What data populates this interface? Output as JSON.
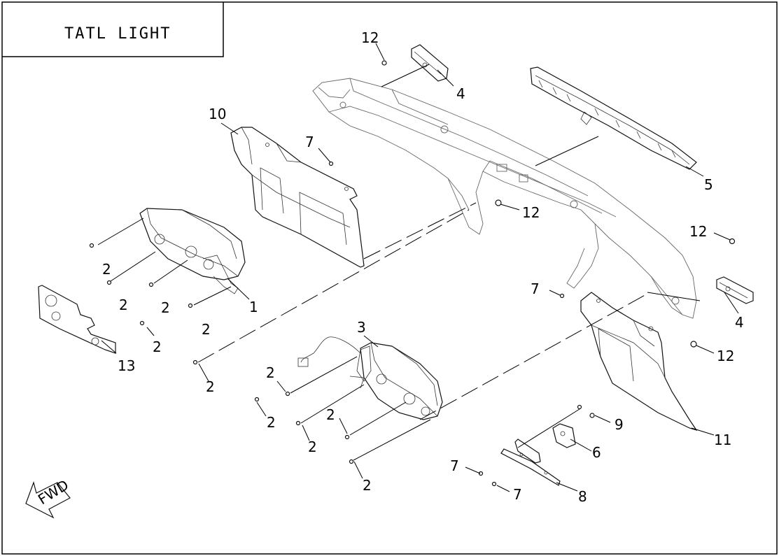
{
  "title": "TATL LIGHT",
  "fwd_label": "FWD",
  "callouts": [
    {
      "id": "c12a",
      "text": "12"
    },
    {
      "id": "c4a",
      "text": "4"
    },
    {
      "id": "c10",
      "text": "10"
    },
    {
      "id": "c7a",
      "text": "7"
    },
    {
      "id": "c5",
      "text": "5"
    },
    {
      "id": "c12b",
      "text": "12"
    },
    {
      "id": "c12c",
      "text": "12"
    },
    {
      "id": "c2a",
      "text": "2"
    },
    {
      "id": "c2b",
      "text": "2"
    },
    {
      "id": "c2c",
      "text": "2"
    },
    {
      "id": "c1",
      "text": "1"
    },
    {
      "id": "c2d",
      "text": "2"
    },
    {
      "id": "c2e",
      "text": "2"
    },
    {
      "id": "c13",
      "text": "13"
    },
    {
      "id": "c7b",
      "text": "7"
    },
    {
      "id": "c4b",
      "text": "4"
    },
    {
      "id": "c3",
      "text": "3"
    },
    {
      "id": "c2f",
      "text": "2"
    },
    {
      "id": "c12d",
      "text": "12"
    },
    {
      "id": "c2g",
      "text": "2"
    },
    {
      "id": "c2h",
      "text": "2"
    },
    {
      "id": "c2i",
      "text": "2"
    },
    {
      "id": "c2j",
      "text": "2"
    },
    {
      "id": "c2k",
      "text": "2"
    },
    {
      "id": "c9",
      "text": "9"
    },
    {
      "id": "c11",
      "text": "11"
    },
    {
      "id": "c6",
      "text": "6"
    },
    {
      "id": "c7c",
      "text": "7"
    },
    {
      "id": "c7d",
      "text": "7"
    },
    {
      "id": "c8",
      "text": "8"
    }
  ]
}
